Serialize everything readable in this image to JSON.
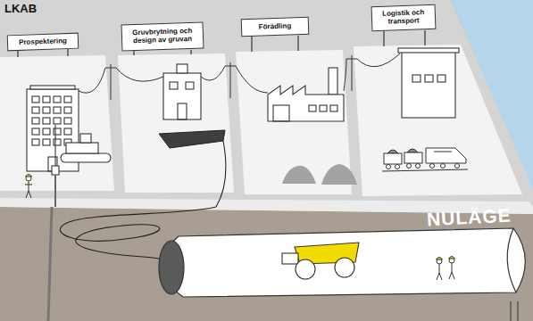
{
  "diagram": {
    "nodes": [
      {
        "text": [
          "Prospektering"
        ]
      },
      {
        "text": [
          "Gruvbrytning och design av gruvan"
        ]
      },
      {
        "text": [
          "Förädling"
        ]
      },
      {
        "text": [
          "Logistik och transport"
        ]
      }
    ],
    "labels": [
      "LKAB",
      "NULÄGE"
    ]
  }
}
